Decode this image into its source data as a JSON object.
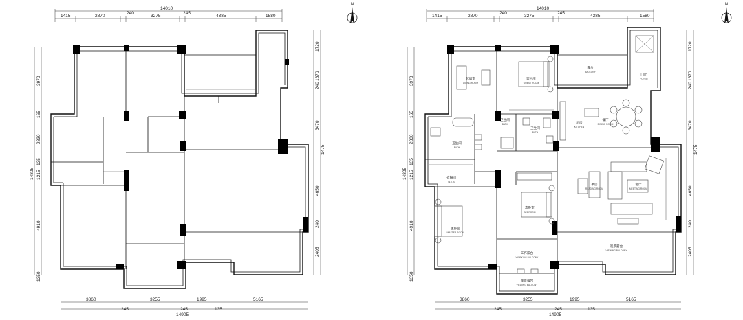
{
  "plans": {
    "left": {
      "top_total": "14010",
      "top_dims": [
        "1415",
        "2870",
        "240",
        "3275",
        "245",
        "4385",
        "1580"
      ],
      "bottom_total": "14905",
      "bottom_dims": [
        "3860",
        "3255",
        "1995",
        "5165"
      ],
      "bottom_sub": [
        "245",
        "245",
        "135"
      ],
      "left_dims": [
        "3970",
        "165",
        "2830",
        "135",
        "1215",
        "4910",
        "1350"
      ],
      "left_total": "14805",
      "right_dims": [
        "1720",
        "1670",
        "240",
        "3470",
        "1475",
        "4650",
        "240",
        "2405"
      ]
    },
    "right": {
      "top_total": "14010",
      "top_dims": [
        "1415",
        "2870",
        "240",
        "3275",
        "245",
        "4385",
        "1580"
      ],
      "bottom_total": "14905",
      "bottom_dims": [
        "3860",
        "3255",
        "1995",
        "5165"
      ],
      "bottom_sub": [
        "245",
        "245",
        "135"
      ],
      "left_dims": [
        "3970",
        "165",
        "2830",
        "135",
        "1215",
        "4910",
        "1350"
      ],
      "left_total": "14805",
      "right_dims": [
        "1720",
        "1670",
        "240",
        "3470",
        "1475",
        "4650",
        "240",
        "2405"
      ],
      "rooms": {
        "living": {
          "cn": "起居室",
          "en": "LIVING ROOM"
        },
        "guest": {
          "cn": "客人房",
          "en": "GUEST ROOM"
        },
        "balcony": {
          "cn": "露台",
          "en": "BALCONY"
        },
        "foyer": {
          "cn": "门厅",
          "en": "FOYER"
        },
        "bath1": {
          "cn": "卫生间",
          "en": "BATH"
        },
        "bath2": {
          "cn": "卫生间",
          "en": "BATH"
        },
        "bath3": {
          "cn": "卫生间",
          "en": "BATH"
        },
        "kitchen": {
          "cn": "厨房",
          "en": "KITCHEN"
        },
        "dining": {
          "cn": "餐厅",
          "en": "DINING ROOM"
        },
        "wl": {
          "cn": "衣帽间",
          "en": "W. I. S"
        },
        "master": {
          "cn": "主卧室",
          "en": "MASTER ROOM"
        },
        "bedroom": {
          "cn": "次卧室",
          "en": "BEDROOM"
        },
        "reading": {
          "cn": "书房",
          "en": "READING ROOM"
        },
        "meeting": {
          "cn": "客厅",
          "en": "MEETING ROOM"
        },
        "working": {
          "cn": "工作阳台",
          "en": "WORKING BALCONY"
        },
        "viewing1": {
          "cn": "观景露台",
          "en": "VIEWING BALCONY"
        },
        "viewing2": {
          "cn": "观景露台",
          "en": "VIEWING BALCONY"
        }
      }
    }
  },
  "north_label": "N",
  "icons": [
    "north-arrow-icon"
  ]
}
